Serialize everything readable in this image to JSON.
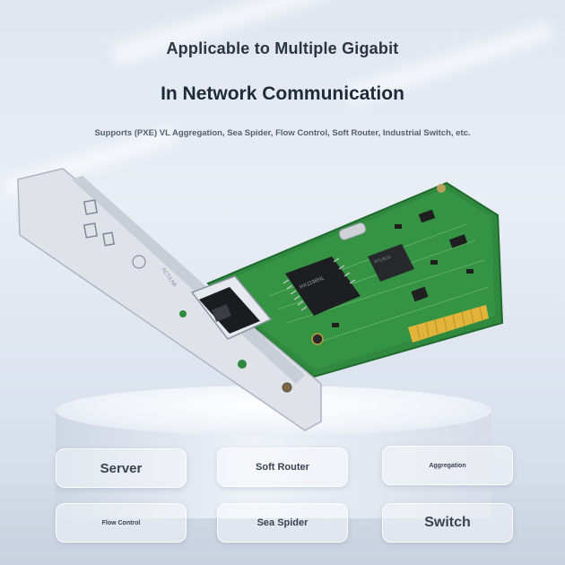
{
  "headline": {
    "line1": "Applicable to Multiple Gigabit",
    "line2": "In Network Communication",
    "subtitle": "Supports (PXE) VL Aggregation, Sea Spider, Flow Control, Soft Router, Industrial Switch, etc."
  },
  "product": {
    "chip_label": "RTL8111",
    "magnetics_label": "HX1198NL",
    "bracket_text": "ACT/LNK"
  },
  "tags": [
    {
      "label": "Server"
    },
    {
      "label": "Soft Router"
    },
    {
      "label": "Aggregation"
    },
    {
      "label": "Flow Control"
    },
    {
      "label": "Sea Spider"
    },
    {
      "label": "Switch"
    }
  ],
  "colors": {
    "pcb": "#2f8a3f",
    "gold": "#e2b53a",
    "bracket": "#dfe3e9"
  }
}
